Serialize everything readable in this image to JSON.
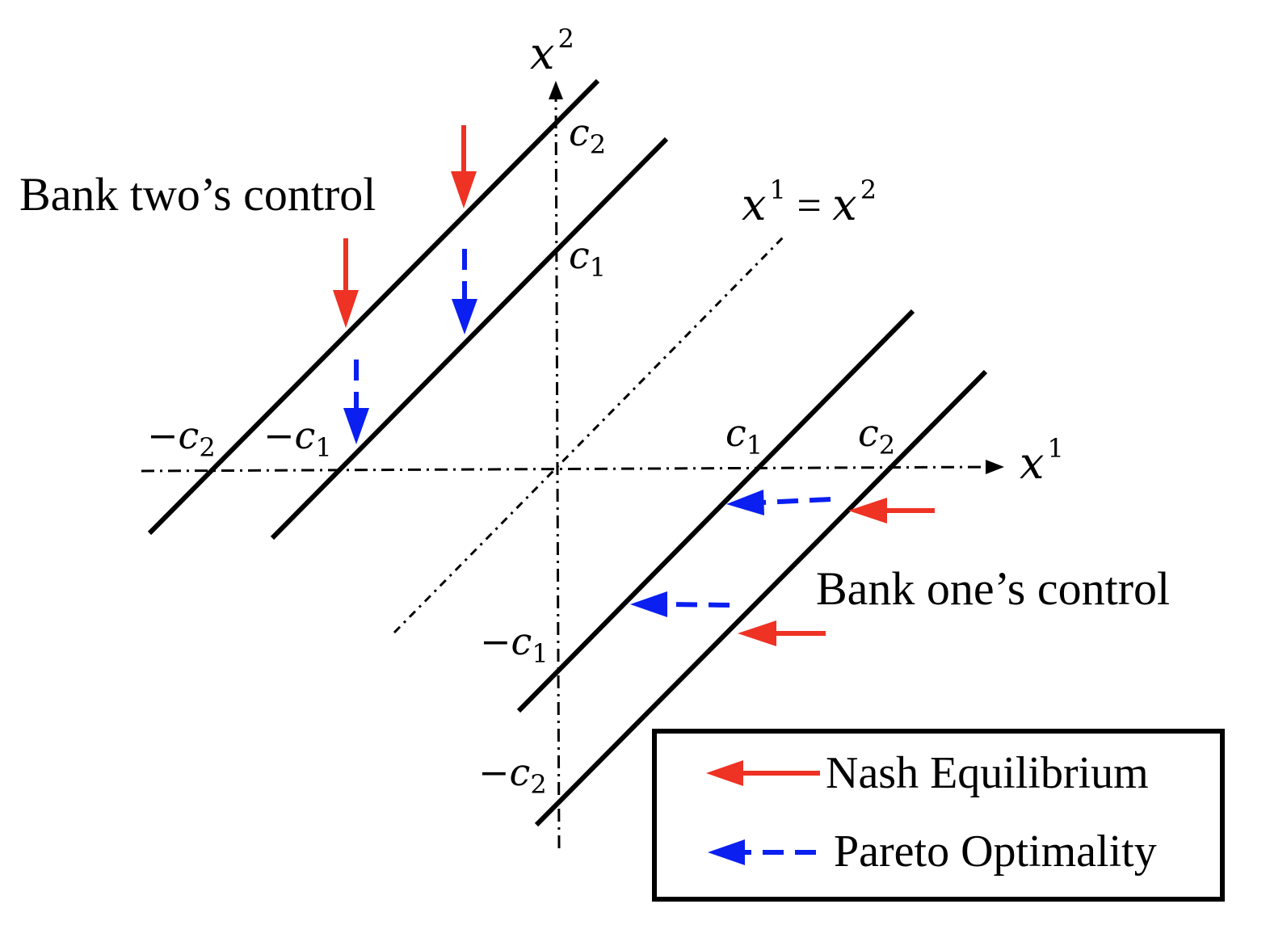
{
  "axes": {
    "x_label": {
      "base": "x",
      "sup": "1"
    },
    "y_label": {
      "base": "x",
      "sup": "2"
    },
    "diagonal_label": {
      "left_base": "x",
      "left_sup": "1",
      "eq": " = ",
      "right_base": "x",
      "right_sup": "2"
    }
  },
  "ticks": {
    "y_c2": {
      "base": "c",
      "sub": "2"
    },
    "y_c1": {
      "base": "c",
      "sub": "1"
    },
    "y_neg_c1": {
      "base": "−c",
      "sub": "1"
    },
    "y_neg_c2": {
      "base": "−c",
      "sub": "2"
    },
    "x_neg_c2": {
      "base": "−c",
      "sub": "2"
    },
    "x_neg_c1": {
      "base": "−c",
      "sub": "1"
    },
    "x_c1": {
      "base": "c",
      "sub": "1"
    },
    "x_c2": {
      "base": "c",
      "sub": "2"
    }
  },
  "annotations": {
    "bank_two": "Bank two’s control",
    "bank_one": "Bank one’s control"
  },
  "legend": {
    "nash": "Nash Equilibrium",
    "pareto": "Pareto Optimality"
  },
  "colors": {
    "nash": "#ee3224",
    "pareto": "#0a1ff0",
    "lines": "#000000"
  }
}
